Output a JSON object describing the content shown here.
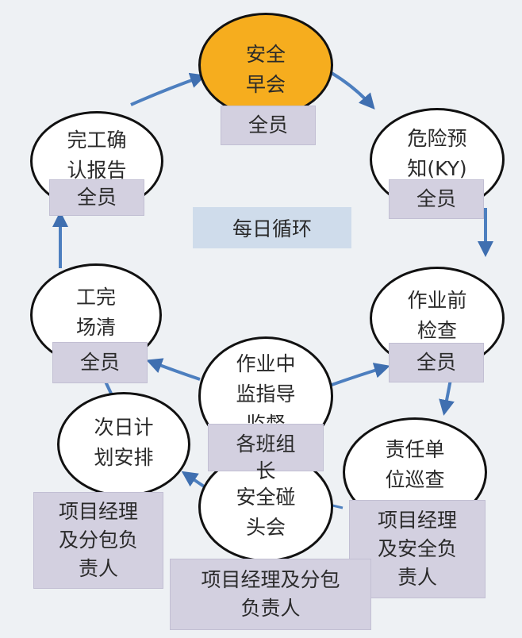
{
  "center_title": "每日循环",
  "nodes": {
    "safety_meeting": {
      "label": "安全\n早会",
      "role": "全员"
    },
    "hazard_prediction": {
      "label": "危险预\n知(KY)",
      "role": "全员"
    },
    "pre_work_inspection": {
      "label": "作业前\n检查",
      "role": "全员"
    },
    "responsible_unit_patrol": {
      "label": "责任单\n位巡查",
      "role": "项目经理\n及安全负\n责人"
    },
    "work_supervision": {
      "label": "作业中\n监指导\n监督",
      "role": "各班组\n长"
    },
    "safety_briefing": {
      "label": "安全碰\n头会",
      "role": "项目经理及分包\n负责人"
    },
    "next_day_plan": {
      "label": "次日计\n划安排",
      "role": "项目经理\n及分包负\n责人"
    },
    "site_cleanup": {
      "label": "工完\n场清",
      "role": "全员"
    },
    "completion_report": {
      "label": "完工确\n认报告",
      "role": "全员"
    }
  },
  "colors": {
    "highlight": "#f6ad1e",
    "node_fill": "#ffffff",
    "role_box": "#d3d0e0",
    "center_box": "#cfdceb",
    "arrow": "#3f6fb0"
  }
}
